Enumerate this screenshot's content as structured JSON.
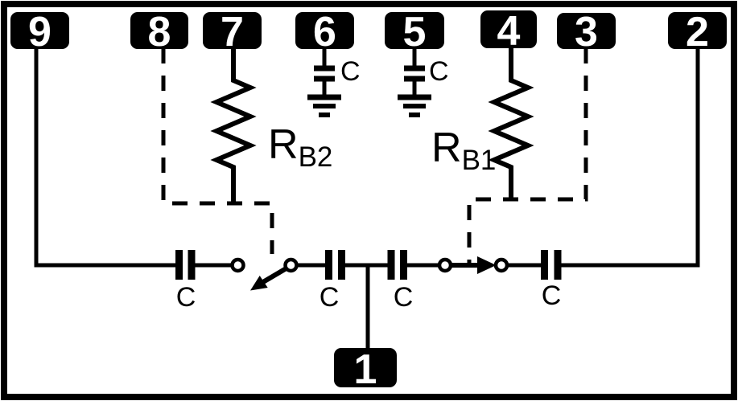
{
  "pins": {
    "top": [
      {
        "number": "9"
      },
      {
        "number": "8"
      },
      {
        "number": "7"
      },
      {
        "number": "6"
      },
      {
        "number": "5"
      },
      {
        "number": "4"
      },
      {
        "number": "3"
      },
      {
        "number": "2"
      }
    ],
    "bottom": [
      {
        "number": "1"
      }
    ]
  },
  "labels": {
    "rb2": {
      "main": "R",
      "sub": "B2"
    },
    "rb1": {
      "main": "R",
      "sub": "B1"
    },
    "series_caps": [
      "C",
      "C",
      "C",
      "C"
    ],
    "shunt_caps": [
      "C",
      "C"
    ]
  },
  "colors": {
    "ink": "#000000",
    "background": "#ffffff"
  }
}
